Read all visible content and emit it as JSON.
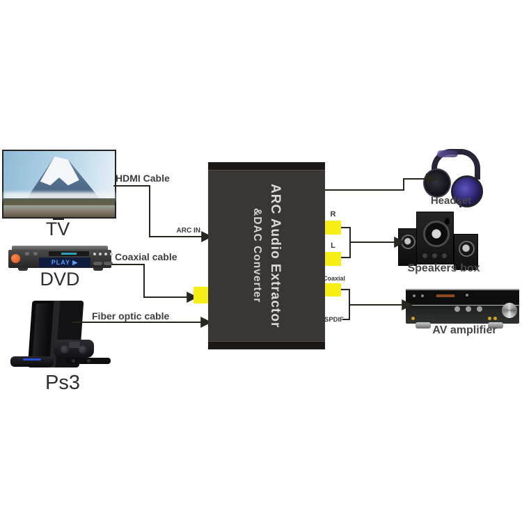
{
  "extractor": {
    "title_line1": "ARC Audio Extractor",
    "title_line2": "&DAC Converter"
  },
  "ports": {
    "arc_in": "ARC IN",
    "r": "R",
    "l": "L",
    "coaxial": "Coaxial",
    "spdif": "SPDIF"
  },
  "cables": {
    "hdmi": "HDMI Cable",
    "coaxial": "Coaxial cable",
    "fiber": "Fiber optic cable"
  },
  "devices": {
    "tv": {
      "label": "TV"
    },
    "dvd": {
      "label": "DVD",
      "display_text": "PLAY ▶"
    },
    "ps3": {
      "label": "Ps3"
    },
    "headset": {
      "label": "Headset"
    },
    "speakers": {
      "label": "Speakers box"
    },
    "amplifier": {
      "label": "AV amplifier"
    }
  },
  "colors": {
    "connector_yellow": "#f6ee17",
    "extractor_body": "#3a3633",
    "cable_line": "#29251f",
    "dvd_display_text": "#5ba0f5"
  }
}
